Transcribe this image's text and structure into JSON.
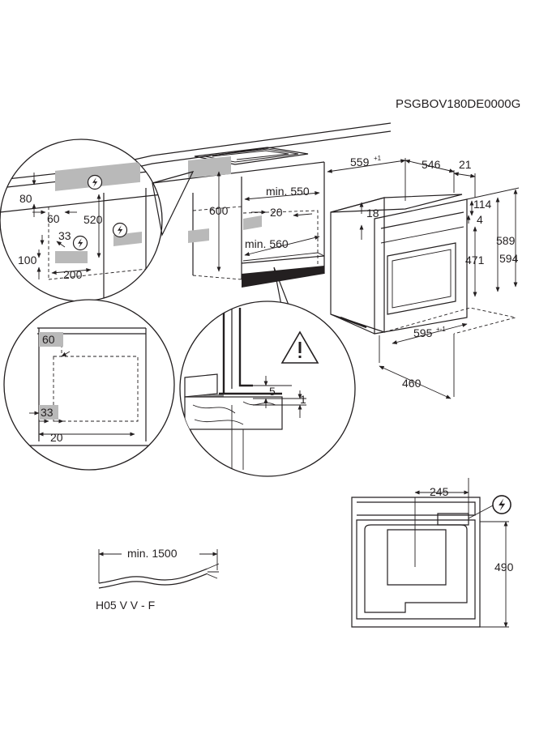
{
  "model_code": "PSGBOV180DE0000G",
  "niche": {
    "height": "600",
    "min_width": "min. 550",
    "min_depth": "min. 560",
    "gap": "20"
  },
  "oven": {
    "width": "559",
    "width_tol": "+1",
    "depth": "546",
    "door": "21",
    "front_width": "595",
    "front_width_tol": "+-1",
    "side_depth": "460",
    "top_offset": "18",
    "dim_114": "114",
    "dim_4": "4",
    "height_inner": "471",
    "height_body": "589",
    "height_front": "594"
  },
  "detail_wall": {
    "dim_80": "80",
    "dim_60": "60",
    "dim_520": "520",
    "dim_33": "33",
    "dim_100": "100",
    "dim_200": "200"
  },
  "detail_front": {
    "dim_60": "60",
    "dim_33": "33",
    "dim_20": "20"
  },
  "detail_section": {
    "dim_5": "5",
    "dim_1": "1"
  },
  "back_view": {
    "dim_245": "245",
    "dim_490": "490"
  },
  "cable": {
    "length": "min. 1500",
    "type": "H05 V V - F"
  },
  "icons": [
    "electrical-connection-icon",
    "warning-triangle-icon"
  ]
}
